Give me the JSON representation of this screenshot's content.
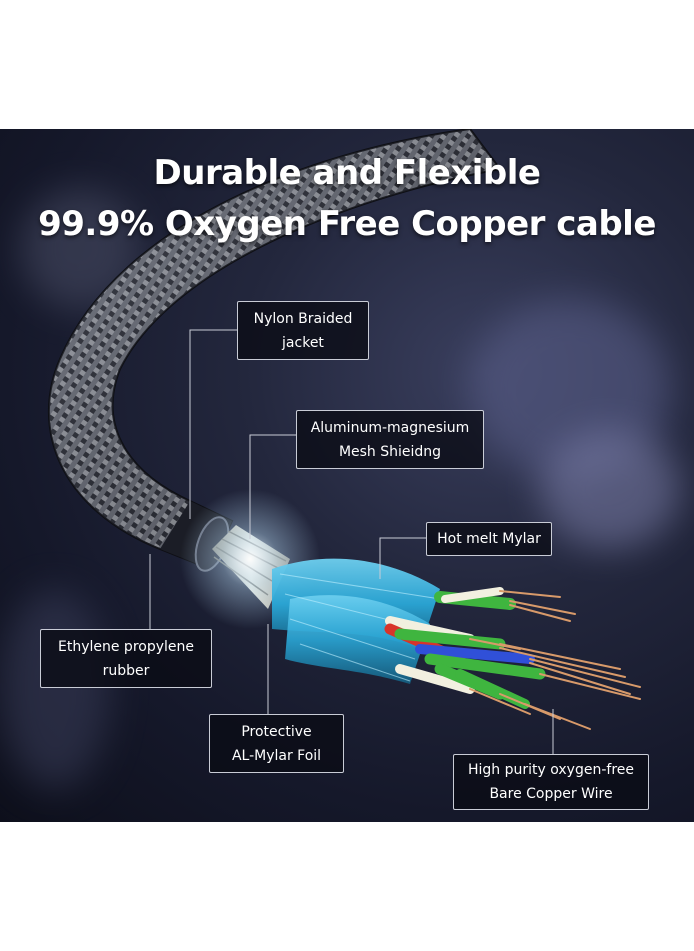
{
  "headline": {
    "line1": "Durable and Flexible",
    "line2": "99.9% Oxygen Free Copper cable"
  },
  "callouts": {
    "nylon": {
      "line1": "Nylon Braided",
      "line2": "jacket"
    },
    "aluminum": {
      "line1": "Aluminum-magnesium",
      "line2": "Mesh Shieidng"
    },
    "mylar": {
      "line1": "Hot melt Mylar"
    },
    "rubber": {
      "line1": "Ethylene propylene",
      "line2": "rubber"
    },
    "foil": {
      "line1": "Protective",
      "line2": "AL-Mylar Foil"
    },
    "copper": {
      "line1": "High purity oxygen-free",
      "line2": "Bare Copper Wire"
    }
  },
  "colors": {
    "background": "#1a1d30",
    "text": "#ffffff",
    "callout_border": "#c9ccd6",
    "shield_blue": "#2aa8d8",
    "wire_green": "#3fb53f",
    "wire_red": "#d8342a",
    "wire_white": "#f2f0e0",
    "wire_blue": "#3050d8",
    "copper": "#d89a6a"
  }
}
